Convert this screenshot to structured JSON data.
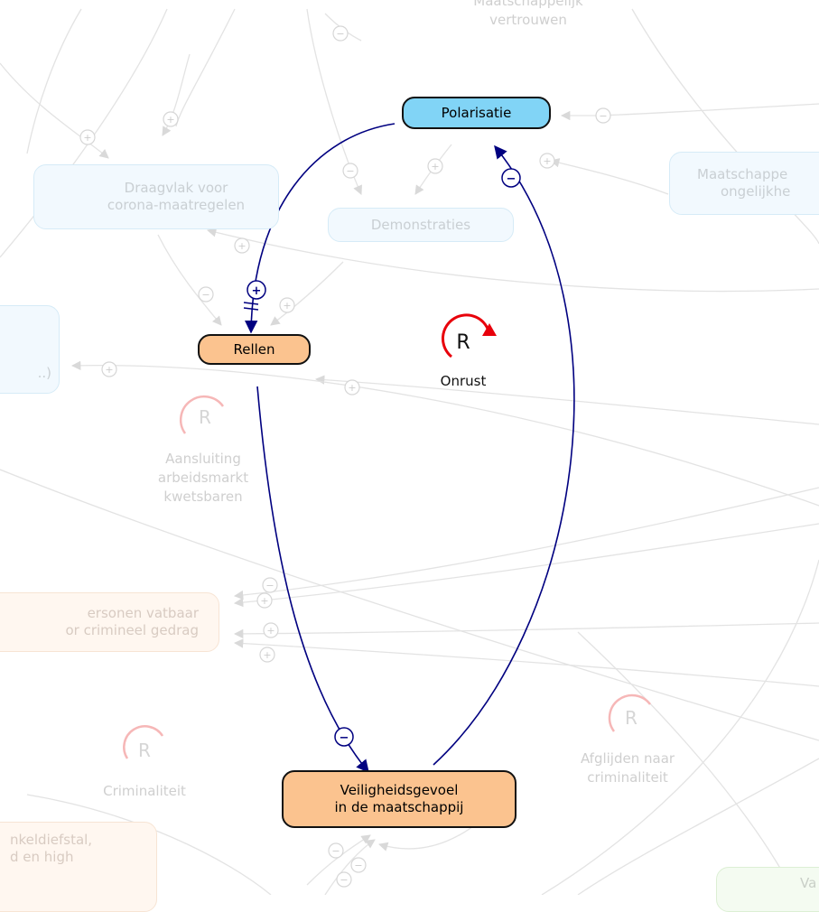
{
  "diagram": {
    "nodes": {
      "polarisatie": "Polarisatie",
      "rellen": "Rellen",
      "veiligheidsgevoel_line1": "Veiligheidsgevoel",
      "veiligheidsgevoel_line2": "in de maatschappij",
      "draagvlak_line1": "Draagvlak voor",
      "draagvlak_line2": "corona-maatregelen",
      "demonstraties": "Demonstraties",
      "maatschappelijke_line1": "Maatschappe",
      "maatschappelijke_line2": "ongelijkhe",
      "vertrouwen_line1": "Maatschappelijk",
      "vertrouwen_line2": "vertrouwen",
      "left_blue_partial": "..)",
      "personen_line1": "ersonen vatbaar",
      "personen_line2": "or crimineel gedrag",
      "winkeldiefstal_line1": "nkeldiefstal,",
      "winkeldiefstal_line2": "d en high",
      "bottom_right_partial": "Va"
    },
    "loops": {
      "onrust": {
        "letter": "R",
        "label": "Onrust"
      },
      "aansluiting": {
        "letter": "R",
        "line1": "Aansluiting",
        "line2": "arbeidsmarkt",
        "line3": "kwetsbaren"
      },
      "criminaliteit": {
        "letter": "R",
        "label": "Criminaliteit"
      },
      "afglijden": {
        "letter": "R",
        "line1": "Afglijden naar",
        "line2": "criminaliteit"
      }
    },
    "polarities": {
      "polar_to_rellen": "+",
      "rellen_to_veilig": "−",
      "veilig_to_polar": "−"
    },
    "colors": {
      "active_link": "#000080",
      "loop_arrow": "#e8000b",
      "ghost_link": "#d9d9d9",
      "ghost_loop": "#f6b7b7",
      "polarisatie_fill": "#81d4f6",
      "rellen_fill": "#fbc38f"
    }
  }
}
